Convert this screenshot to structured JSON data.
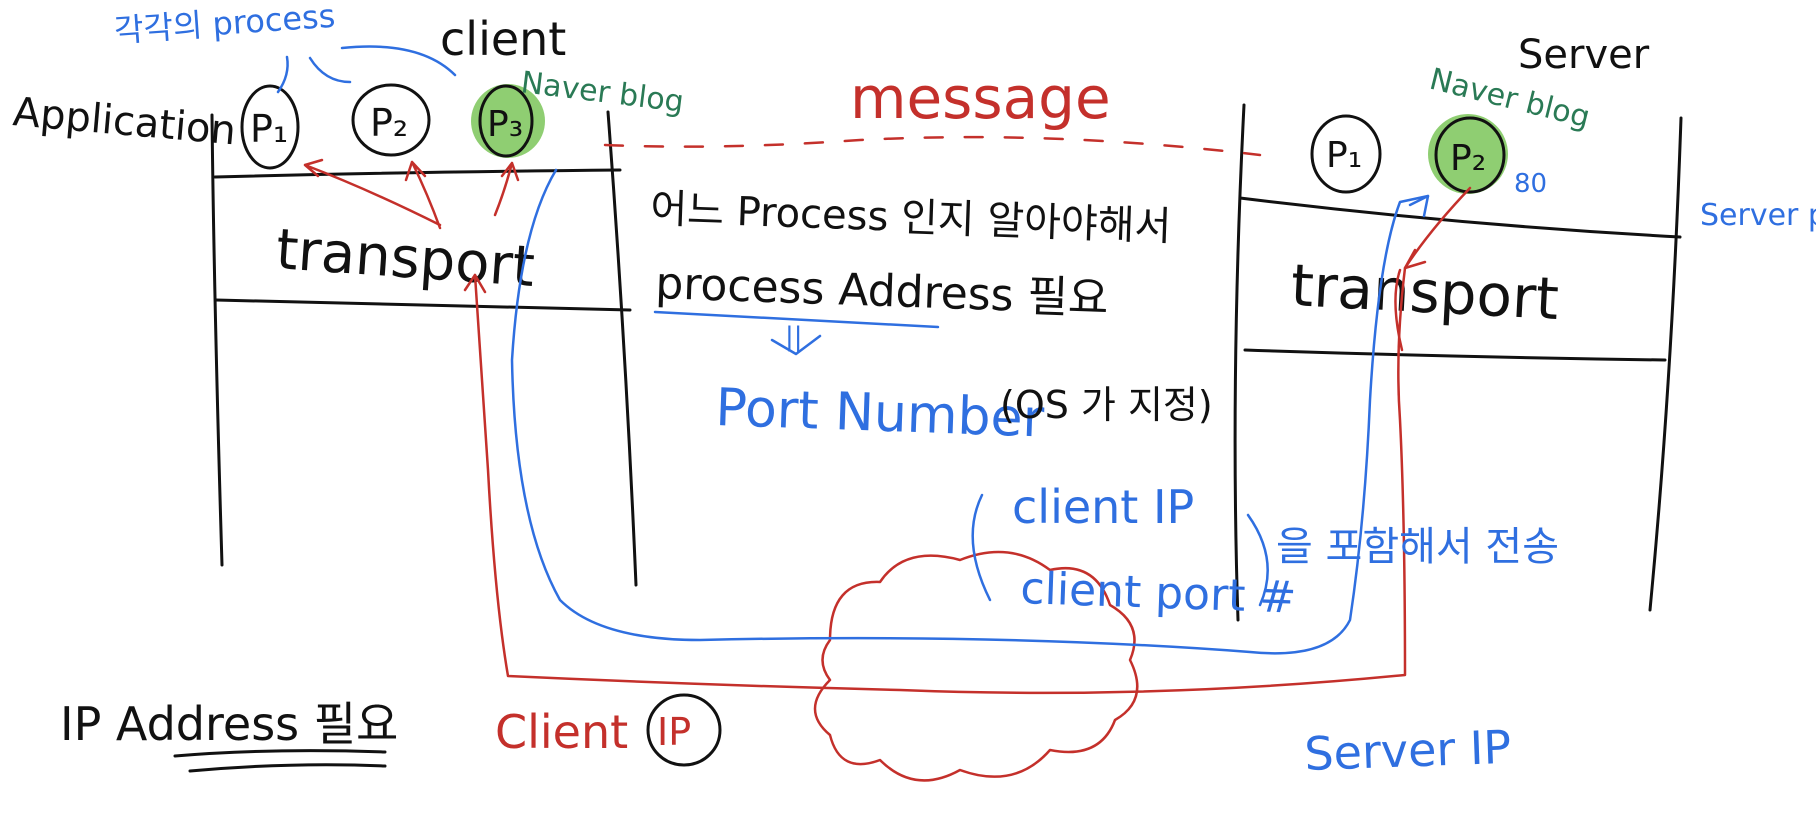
{
  "labels": {
    "each_process": "각각의 process",
    "client": "client",
    "server": "Server",
    "application": "Application",
    "naver_blog_client": "Naver blog",
    "naver_blog_server": "Naver blog",
    "message": "message",
    "p1": "P₁",
    "p2": "P₂",
    "p3": "P₃",
    "server_p1": "P₁",
    "server_p2": "P₂",
    "port_80": "80",
    "transport_client": "transport",
    "transport_server": "transport",
    "server_port": "Server port #",
    "which_process": "어느 Process 인지 알아야해서",
    "process_address_needed": "process Address 필요",
    "equals_mark": "||",
    "port_number": "Port Number",
    "os_assigned": "(OS 가 지정)",
    "client_ip_blue": "client IP",
    "client_port": "client port #",
    "include_and_send": "을 포함해서 전송",
    "ip_address_needed": "IP Address 필요",
    "client_ip_red": "Client",
    "client_ip_circled": "IP",
    "server_ip": "Server IP"
  },
  "colors": {
    "black": "#111111",
    "blue": "#2f6fe0",
    "red": "#c4302b",
    "green_text": "#2a7a55",
    "green_highlight": "#8fce72"
  }
}
